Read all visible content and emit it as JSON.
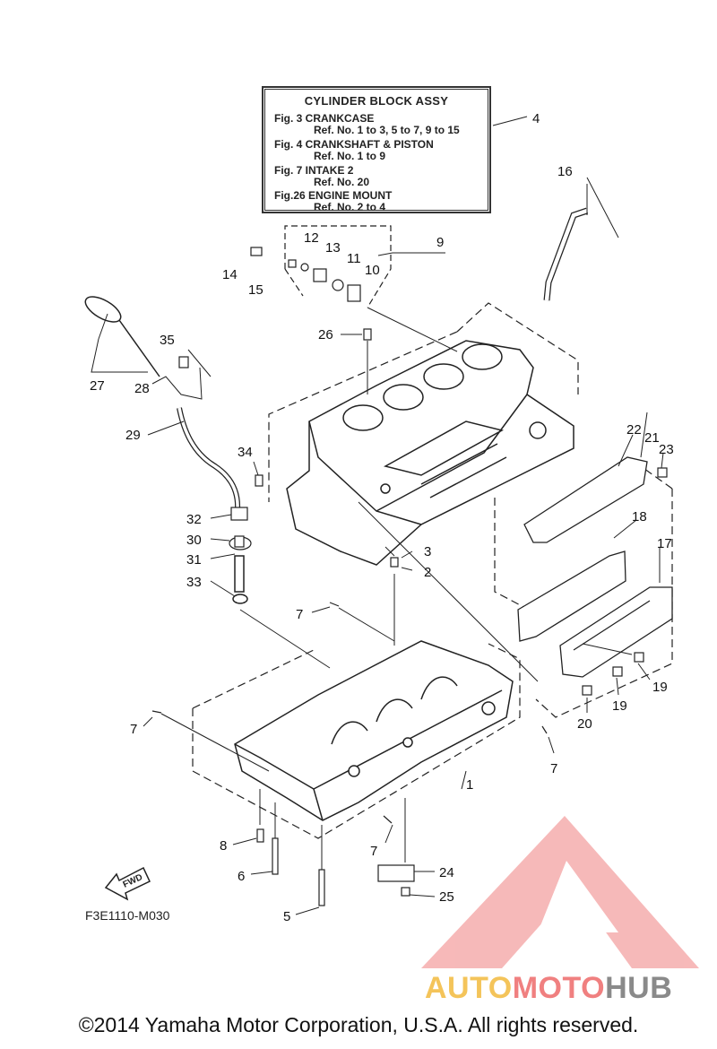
{
  "table": {
    "title": "CYLINDER BLOCK ASSY",
    "rows": [
      {
        "fig": "Fig.  3 CRANKCASE",
        "ref": "Ref. No. 1 to 3, 5 to 7, 9 to 15"
      },
      {
        "fig": "Fig.  4 CRANKSHAFT & PISTON",
        "ref": "Ref. No. 1 to 9"
      },
      {
        "fig": "Fig.  7 INTAKE 2",
        "ref": "Ref. No. 20"
      },
      {
        "fig": "Fig.26 ENGINE MOUNT",
        "ref": "Ref. No. 2 to 4"
      }
    ]
  },
  "callouts": [
    "1",
    "2",
    "3",
    "4",
    "5",
    "6",
    "7",
    "7",
    "7",
    "7",
    "8",
    "9",
    "10",
    "11",
    "12",
    "13",
    "14",
    "15",
    "16",
    "17",
    "18",
    "19",
    "19",
    "20",
    "21",
    "22",
    "23",
    "24",
    "25",
    "26",
    "27",
    "28",
    "29",
    "30",
    "31",
    "32",
    "33",
    "34",
    "35"
  ],
  "fwd_label": "FWD",
  "diagram_code": "F3E1110-M030",
  "watermark": {
    "part1": "AUTO",
    "part2": "MOTO",
    "part3": "HUB",
    "color1": "#f4c45a",
    "color2": "#f08080",
    "color3": "#8a8a8a"
  },
  "copyright": "©2014 Yamaha Motor Corporation, U.S.A. All rights reserved."
}
